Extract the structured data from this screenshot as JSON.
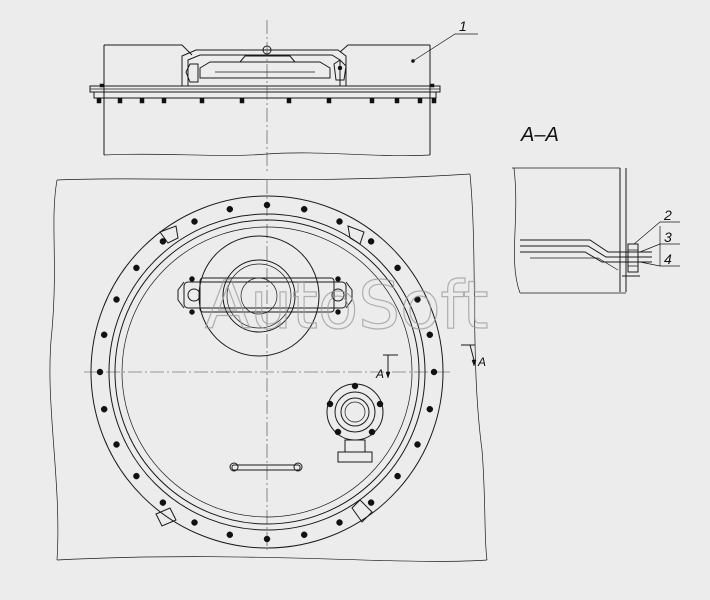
{
  "drawing": {
    "callout_1": "1",
    "section_title": "A–A",
    "section_callouts": [
      "2",
      "3",
      "4"
    ],
    "section_mark_left": "A",
    "section_mark_right": "A",
    "watermark": "AutoSoft"
  },
  "colors": {
    "background": "#ececec",
    "line": "#1a1a1a",
    "watermark": "#9a9a9a"
  }
}
